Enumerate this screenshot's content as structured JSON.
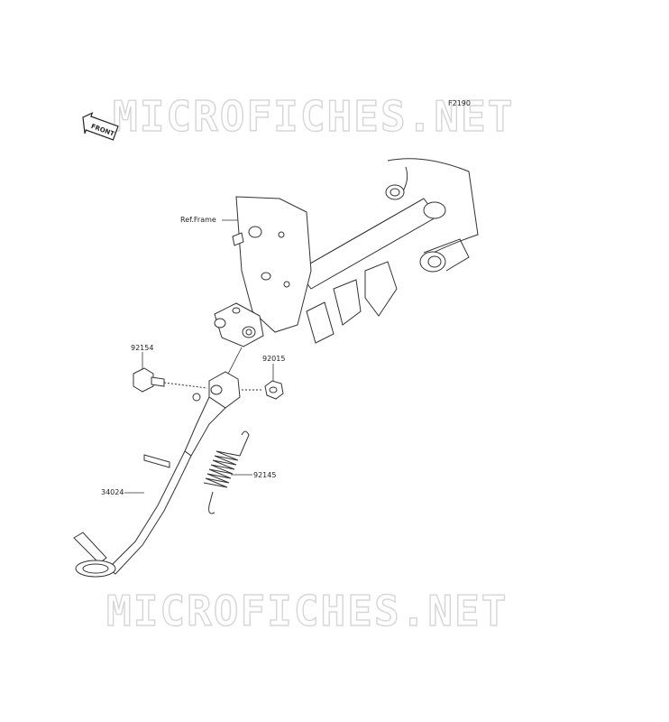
{
  "watermark": {
    "text": "MICROFICHES.NET"
  },
  "diagram": {
    "figure_code": "F2190",
    "front_indicator": "FRONT",
    "labels": {
      "ref_frame": "Ref.Frame",
      "bolt": "92154",
      "nut": "92015",
      "stand": "34024",
      "spring": "92145"
    }
  }
}
